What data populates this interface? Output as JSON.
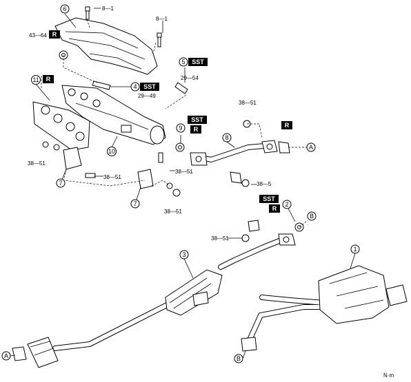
{
  "callouts": {
    "c1": "1",
    "c2": "2",
    "c3": "3",
    "c4": "4",
    "c5": "5",
    "c6": "6",
    "c7a": "7",
    "c7b": "7",
    "c8": "8",
    "c9": "9",
    "c10": "10",
    "c11": "11"
  },
  "torques": {
    "t_8_1_top": "8—1",
    "t_8_1_mid": "8—1",
    "t_43_64": "43—64",
    "t_29_54": "29—54",
    "t_29_49": "29—49",
    "t_38_51_a": "38—51",
    "t_38_51_b": "38—51",
    "t_38_51_c": "38—51",
    "t_38_51_d": "38—51",
    "t_38_51_e": "38—51",
    "t_38_51_f": "38—51",
    "t_38_5": "38—5"
  },
  "tags": {
    "sst": "SST",
    "r": "R"
  },
  "connectors": {
    "a1": "A",
    "a2": "A",
    "b1": "B",
    "b2": "B"
  },
  "unit": "N·m"
}
